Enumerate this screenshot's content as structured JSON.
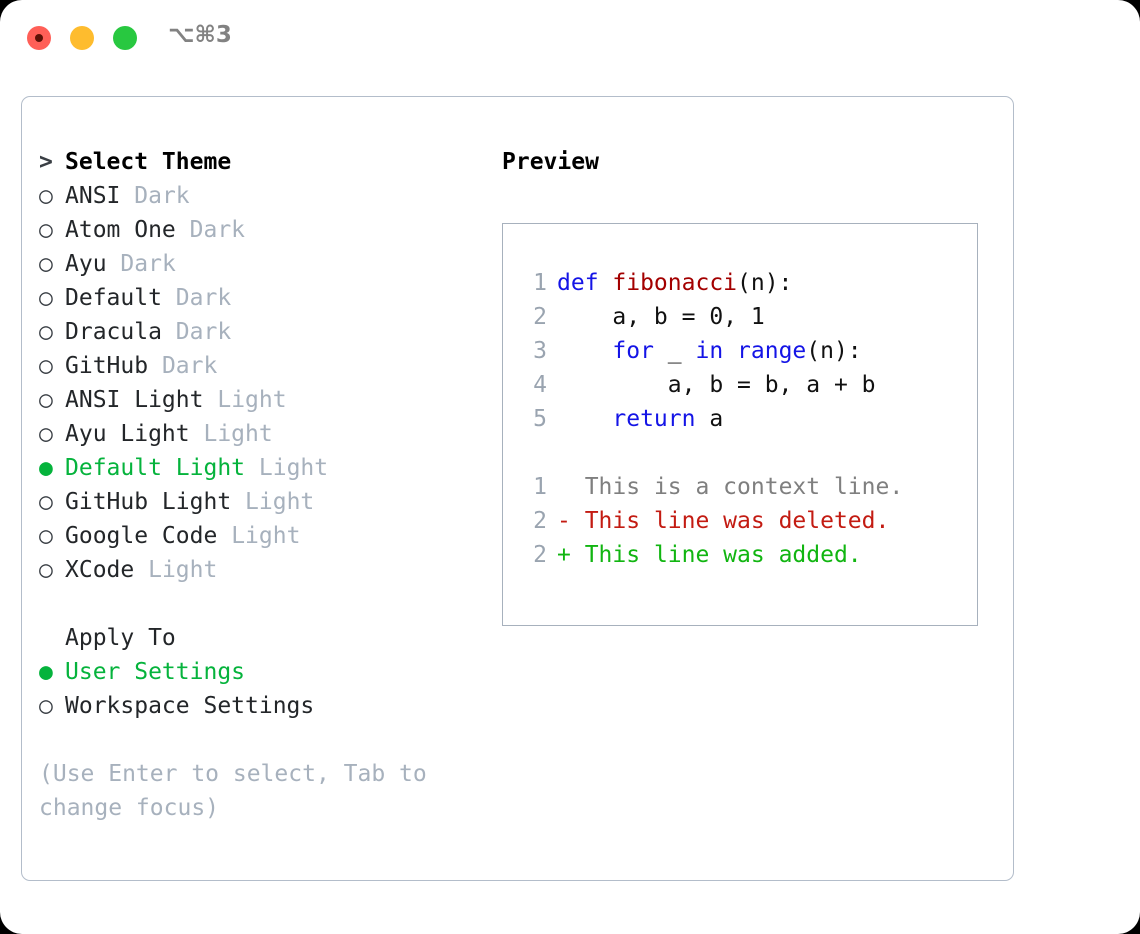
{
  "window": {
    "shortcut_label": "⌥⌘3",
    "traffic_lights": [
      "close",
      "minimize",
      "zoom"
    ]
  },
  "theme_picker": {
    "header": {
      "prompt": ">",
      "title": "Select Theme"
    },
    "items": [
      {
        "marker": "○",
        "name": "ANSI",
        "tag": "Dark",
        "selected": false
      },
      {
        "marker": "○",
        "name": "Atom One",
        "tag": "Dark",
        "selected": false
      },
      {
        "marker": "○",
        "name": "Ayu",
        "tag": "Dark",
        "selected": false
      },
      {
        "marker": "○",
        "name": "Default",
        "tag": "Dark",
        "selected": false
      },
      {
        "marker": "○",
        "name": "Dracula",
        "tag": "Dark",
        "selected": false
      },
      {
        "marker": "○",
        "name": "GitHub",
        "tag": "Dark",
        "selected": false
      },
      {
        "marker": "○",
        "name": "ANSI Light",
        "tag": "Light",
        "selected": false
      },
      {
        "marker": "○",
        "name": "Ayu Light",
        "tag": "Light",
        "selected": false
      },
      {
        "marker": "●",
        "name": "Default Light",
        "tag": "Light",
        "selected": true
      },
      {
        "marker": "○",
        "name": "GitHub Light",
        "tag": "Light",
        "selected": false
      },
      {
        "marker": "○",
        "name": "Google Code",
        "tag": "Light",
        "selected": false
      },
      {
        "marker": "○",
        "name": "XCode",
        "tag": "Light",
        "selected": false
      }
    ]
  },
  "apply_to": {
    "title": "Apply To",
    "options": [
      {
        "marker": "●",
        "label": "User Settings",
        "selected": true
      },
      {
        "marker": "○",
        "label": "Workspace Settings",
        "selected": false
      }
    ]
  },
  "hint": "(Use Enter to select, Tab to\nchange focus)",
  "preview": {
    "title": "Preview",
    "code_lines": [
      {
        "no": "1",
        "tokens": [
          {
            "t": "def ",
            "c": "kw"
          },
          {
            "t": "fibonacci",
            "c": "fn"
          },
          {
            "t": "(n):",
            "c": "plain"
          }
        ]
      },
      {
        "no": "2",
        "tokens": [
          {
            "t": "    a, b = 0, 1",
            "c": "plain"
          }
        ]
      },
      {
        "no": "3",
        "tokens": [
          {
            "t": "    ",
            "c": "plain"
          },
          {
            "t": "for",
            "c": "kw"
          },
          {
            "t": " _ ",
            "c": "plain"
          },
          {
            "t": "in range",
            "c": "kw"
          },
          {
            "t": "(n):",
            "c": "plain"
          }
        ]
      },
      {
        "no": "4",
        "tokens": [
          {
            "t": "        a, b = b, a + b",
            "c": "plain"
          }
        ]
      },
      {
        "no": "5",
        "tokens": [
          {
            "t": "    ",
            "c": "plain"
          },
          {
            "t": "return",
            "c": "kw"
          },
          {
            "t": " a",
            "c": "plain"
          }
        ]
      }
    ],
    "diff_lines": [
      {
        "no": "1",
        "sign": "  ",
        "text": "This is a context line.",
        "c": "ctx"
      },
      {
        "no": "2",
        "sign": "- ",
        "text": "This line was deleted.",
        "c": "del"
      },
      {
        "no": "2",
        "sign": "+ ",
        "text": "This line was added.",
        "c": "add"
      }
    ]
  },
  "colors": {
    "accent_green": "#05b33c",
    "muted_gray": "#a7b1bd",
    "keyword_blue": "#1414e6",
    "function_red": "#a30000",
    "diff_delete": "#c31b12",
    "diff_add": "#11b511",
    "border": "#b3bdca"
  }
}
